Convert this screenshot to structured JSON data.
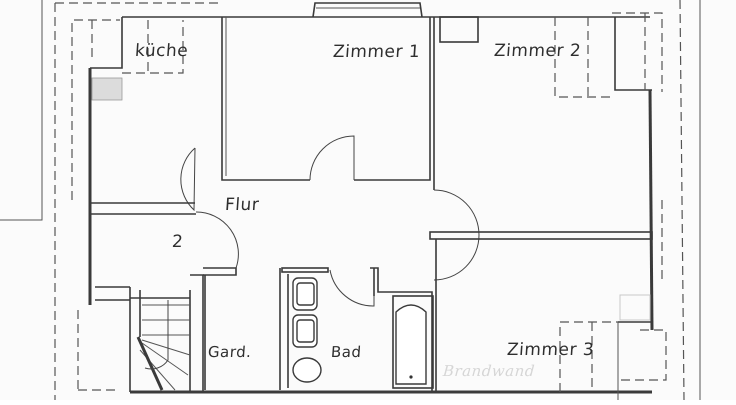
{
  "document": {
    "type": "floor-plan",
    "style": "scanned hand-labelled architectural drawing"
  },
  "rooms": [
    {
      "id": "kueche",
      "label": "küche"
    },
    {
      "id": "zimmer1",
      "label": "Zimmer 1"
    },
    {
      "id": "zimmer2",
      "label": "Zimmer 2"
    },
    {
      "id": "flur",
      "label": "Flur"
    },
    {
      "id": "room2",
      "label": "2"
    },
    {
      "id": "gard",
      "label": "Gard."
    },
    {
      "id": "bad",
      "label": "Bad"
    },
    {
      "id": "zimmer3",
      "label": "Zimmer 3"
    }
  ],
  "annotations": {
    "faint_wall_note": "Brandwand"
  },
  "colors": {
    "ink": "#3a3a3a",
    "paper": "#fbfbfb",
    "faint": "#d6d6d6"
  }
}
